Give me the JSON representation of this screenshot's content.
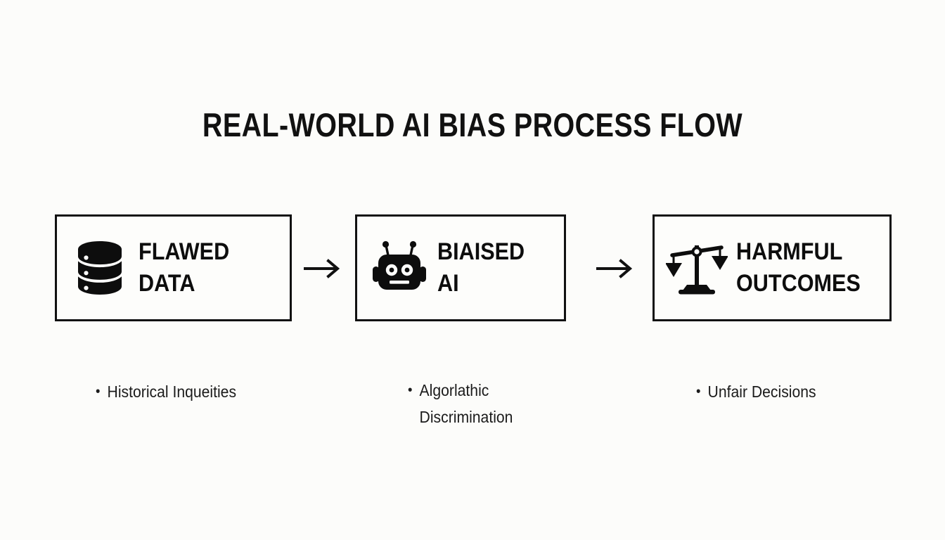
{
  "slide": {
    "title": "REAL-WORLD AI BIAS PROCESS FLOW",
    "background_color": "#fcfcfa",
    "ink_color": "#111111"
  },
  "flow": {
    "connector_1": "arrow-right",
    "connector_2": "arrow-right",
    "steps": [
      {
        "icon": "database-icon",
        "label": "FLAWED\nDATA",
        "caption_bullet": "•",
        "caption": "Historical Inqueities"
      },
      {
        "icon": "robot-icon",
        "label": "BIAISED\nAI",
        "caption_bullet": "•",
        "caption": "Algorlathic\nDiscrimination"
      },
      {
        "icon": "balance-scale-icon",
        "label": "HARMFUL\nOUTCOMES",
        "caption_bullet": "•",
        "caption": "Unfair Decisions"
      }
    ]
  }
}
